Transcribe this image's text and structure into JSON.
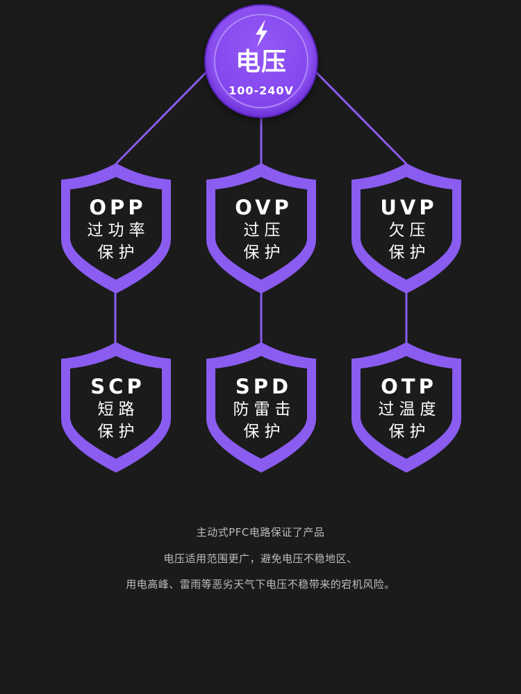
{
  "colors": {
    "background": "#1b1b1b",
    "accent": "#8a5cf0",
    "hub": "#8b4ff0",
    "text": "#ffffff",
    "description_text": "#bdbdbd"
  },
  "hub": {
    "icon": "lightning-bolt-icon",
    "title": "电压",
    "subtitle": "100-240V"
  },
  "protections": [
    {
      "code": "OPP",
      "line1": "过功率",
      "line2": "保护"
    },
    {
      "code": "OVP",
      "line1": "过压",
      "line2": "保护"
    },
    {
      "code": "UVP",
      "line1": "欠压",
      "line2": "保护"
    },
    {
      "code": "SCP",
      "line1": "短路",
      "line2": "保护"
    },
    {
      "code": "SPD",
      "line1": "防雷击",
      "line2": "保护"
    },
    {
      "code": "OTP",
      "line1": "过温度",
      "line2": "保护"
    }
  ],
  "description": [
    "主动式PFC电路保证了产品",
    "电压适用范围更广，避免电压不稳地区、",
    "用电高峰、雷雨等恶劣天气下电压不稳带来的宕机风险。"
  ]
}
